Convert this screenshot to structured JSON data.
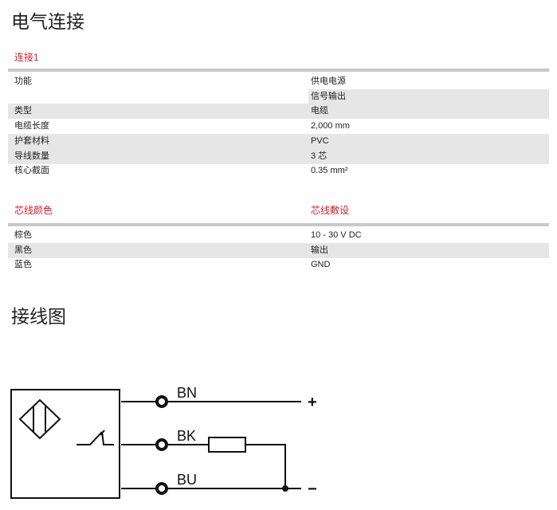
{
  "title": "电气连接",
  "connection": {
    "label": "连接1",
    "rows": [
      {
        "label": "功能",
        "value": "供电电源"
      },
      {
        "label": "",
        "value": "信号输出"
      },
      {
        "label": "类型",
        "value": "电缆"
      },
      {
        "label": "电缆长度",
        "value": "2,000 mm"
      },
      {
        "label": "护套材料",
        "value": "PVC"
      },
      {
        "label": "导线数量",
        "value": "3 芯"
      },
      {
        "label": "核心截面",
        "value": "0.35 mm²"
      }
    ]
  },
  "wires": {
    "col1": "芯线颜色",
    "col2": "芯线敷设",
    "rows": [
      {
        "label": "棕色",
        "value": "10 - 30 V DC"
      },
      {
        "label": "黑色",
        "value": "输出"
      },
      {
        "label": "蓝色",
        "value": "GND"
      }
    ]
  },
  "diagram": {
    "title": "接线图",
    "bn": "BN",
    "bk": "BK",
    "bu": "BU",
    "plus": "+",
    "minus": "−"
  }
}
